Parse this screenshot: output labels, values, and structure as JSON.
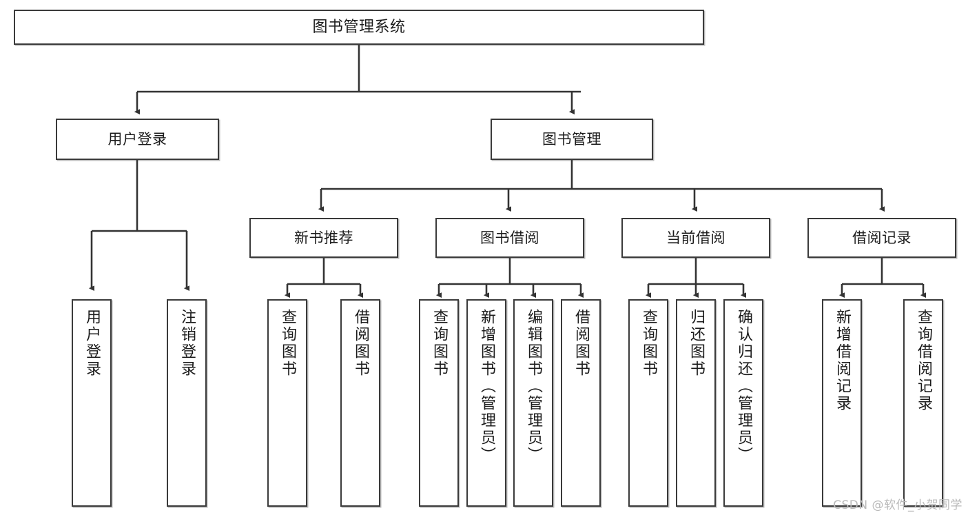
{
  "diagram": {
    "type": "tree-hierarchy",
    "title": "图书管理系统",
    "watermark": "CSDN @软件_小贺同学",
    "colors": {
      "box_border": "#3a3a3a",
      "box_fill": "#ffffff",
      "connector": "#333333",
      "text": "#1b1b1b",
      "watermark": "#b9b9b9"
    },
    "nodes": {
      "root": {
        "label": "图书管理系统"
      },
      "level2": [
        {
          "id": "user-login",
          "label": "用户登录"
        },
        {
          "id": "book-manage",
          "label": "图书管理"
        }
      ],
      "level3": [
        {
          "id": "new-book-recommend",
          "label": "新书推荐"
        },
        {
          "id": "book-borrow",
          "label": "图书借阅"
        },
        {
          "id": "current-borrow",
          "label": "当前借阅"
        },
        {
          "id": "borrow-record",
          "label": "借阅记录"
        }
      ],
      "leaves": {
        "user-login": [
          {
            "id": "leaf-user-login",
            "label": "用户登录"
          },
          {
            "id": "leaf-logout-login",
            "label": "注销登录"
          }
        ],
        "new-book-recommend": [
          {
            "id": "leaf-query-book-1",
            "label": "查询图书"
          },
          {
            "id": "leaf-borrow-book-1",
            "label": "借阅图书"
          }
        ],
        "book-borrow": [
          {
            "id": "leaf-query-book-2",
            "label": "查询图书"
          },
          {
            "id": "leaf-add-book",
            "label": "新增图书（管理员）"
          },
          {
            "id": "leaf-edit-book",
            "label": "编辑图书（管理员）"
          },
          {
            "id": "leaf-borrow-book-2",
            "label": "借阅图书"
          }
        ],
        "current-borrow": [
          {
            "id": "leaf-query-book-3",
            "label": "查询图书"
          },
          {
            "id": "leaf-return-book",
            "label": "归还图书"
          },
          {
            "id": "leaf-confirm-return",
            "label": "确认归还（管理员）"
          }
        ],
        "borrow-record": [
          {
            "id": "leaf-add-record",
            "label": "新增借阅记录"
          },
          {
            "id": "leaf-query-record",
            "label": "查询借阅记录"
          }
        ]
      }
    }
  }
}
